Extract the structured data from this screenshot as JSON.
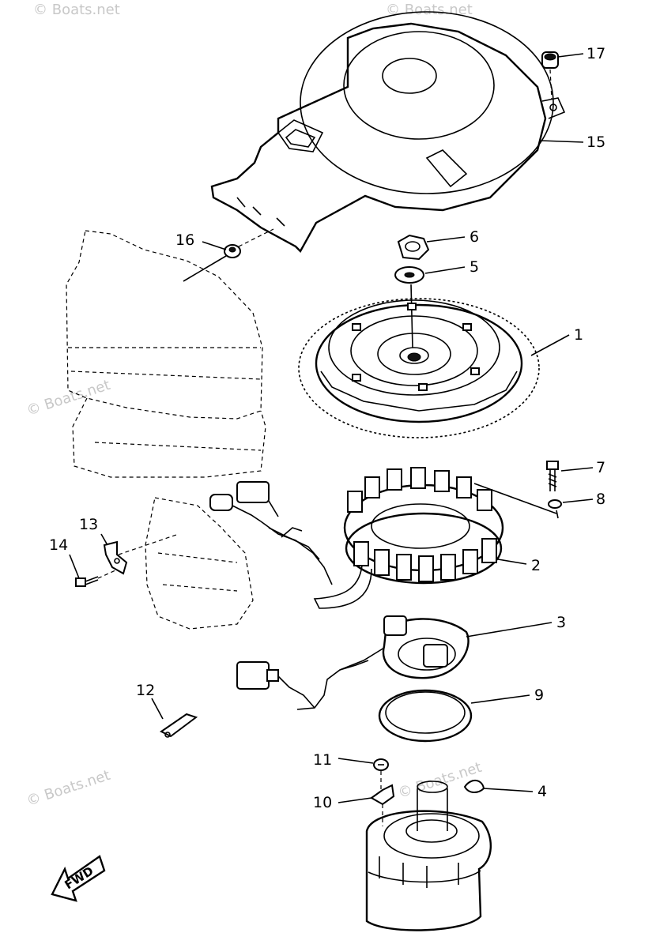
{
  "watermarks": [
    "© Boats.net",
    "© Boats.net",
    "© Boats.net",
    "© Boats.net",
    "© Boats.net"
  ],
  "callouts": [
    {
      "label": "17"
    },
    {
      "label": "15"
    },
    {
      "label": "16"
    },
    {
      "label": "6"
    },
    {
      "label": "5"
    },
    {
      "label": "1"
    },
    {
      "label": "7"
    },
    {
      "label": "8"
    },
    {
      "label": "2"
    },
    {
      "label": "13"
    },
    {
      "label": "14"
    },
    {
      "label": "3"
    },
    {
      "label": "9"
    },
    {
      "label": "12"
    },
    {
      "label": "11"
    },
    {
      "label": "4"
    },
    {
      "label": "10"
    }
  ],
  "fwd_label": "FWD"
}
